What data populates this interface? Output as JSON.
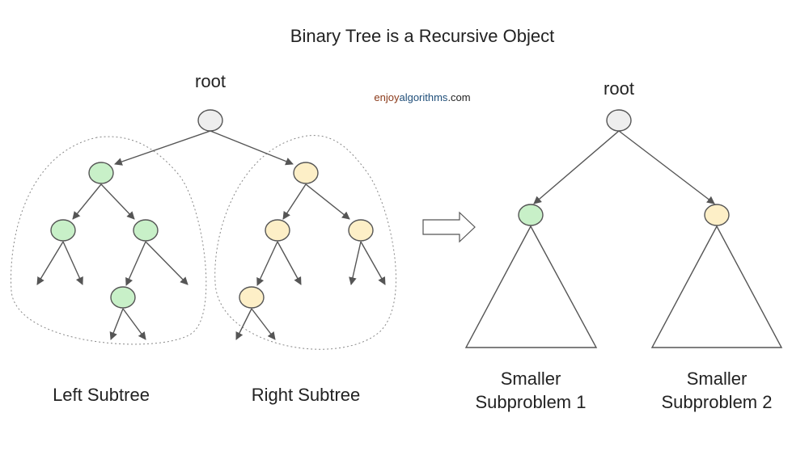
{
  "title": "Binary Tree is a Recursive Object",
  "left_tree": {
    "root_label": "root",
    "left_subtree_label": "Left Subtree",
    "right_subtree_label": "Right Subtree"
  },
  "watermark": {
    "part1": "enjoy",
    "part2": "algorithms",
    "part3": ".com",
    "colors": {
      "part1": "#8b3a1a",
      "part2": "#1f4e79",
      "part3": "#222222"
    }
  },
  "right_tree": {
    "root_label": "root",
    "subproblem1": {
      "line1": "Smaller",
      "line2": "Subproblem 1"
    },
    "subproblem2": {
      "line1": "Smaller",
      "line2": "Subproblem 2"
    }
  },
  "colors": {
    "root_node": "#eeeeee",
    "left_nodes": "#c8f0c8",
    "right_nodes": "#fdefc7",
    "stroke": "#555555"
  }
}
